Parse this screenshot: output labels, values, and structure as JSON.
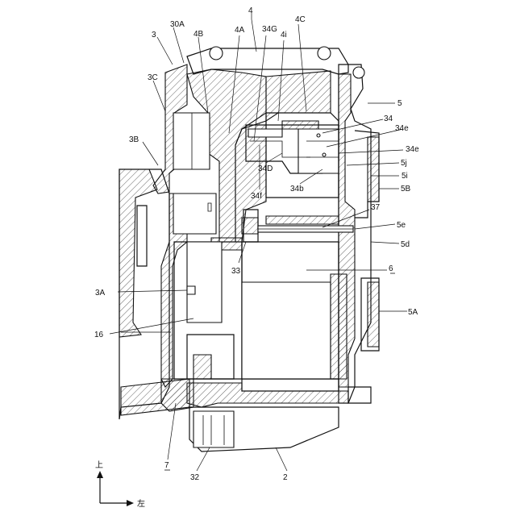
{
  "labels": {
    "l_4": "4",
    "l_30A": "30A",
    "l_3": "3",
    "l_4B": "4B",
    "l_4A": "4A",
    "l_34G": "34G",
    "l_4i": "4i",
    "l_4C": "4C",
    "l_3C": "3C",
    "l_5": "5",
    "l_34": "34",
    "l_34e_top": "34e",
    "l_3B": "3B",
    "l_34e_mid": "34e",
    "l_5j": "5j",
    "l_34D": "34D",
    "l_5i": "5i",
    "l_34b": "34b",
    "l_5B": "5B",
    "l_34f": "34f",
    "l_37": "37",
    "l_5e": "5e",
    "l_5d": "5d",
    "l_33": "33",
    "l_6": "6",
    "l_3A": "3A",
    "l_5A": "5A",
    "l_16": "16",
    "l_7": "7",
    "l_32": "32",
    "l_2": "2",
    "dir_up": "上",
    "dir_left": "左"
  }
}
